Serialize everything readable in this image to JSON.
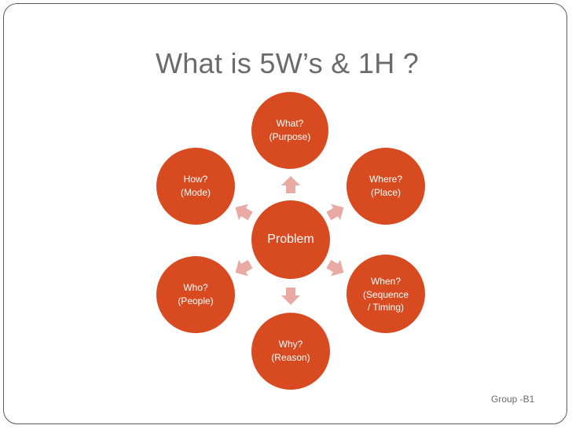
{
  "slide": {
    "title": "What is 5W’s & 1H ?",
    "footer": "Group -B1"
  },
  "diagram": {
    "colors": {
      "node": "#d84b20",
      "arrow": "#e8aaa3"
    },
    "center": {
      "label": "Problem"
    },
    "nodes": {
      "what": {
        "line1": "What?",
        "line2": "(Purpose)"
      },
      "where": {
        "line1": "Where?",
        "line2": "(Place)"
      },
      "when": {
        "line1": "When?",
        "line2": "(Sequence",
        "line3": "/ Timing)"
      },
      "why": {
        "line1": "Why?",
        "line2": "(Reason)"
      },
      "who": {
        "line1": "Who?",
        "line2": "(People)"
      },
      "how": {
        "line1": "How?",
        "line2": "(Mode)"
      }
    }
  }
}
